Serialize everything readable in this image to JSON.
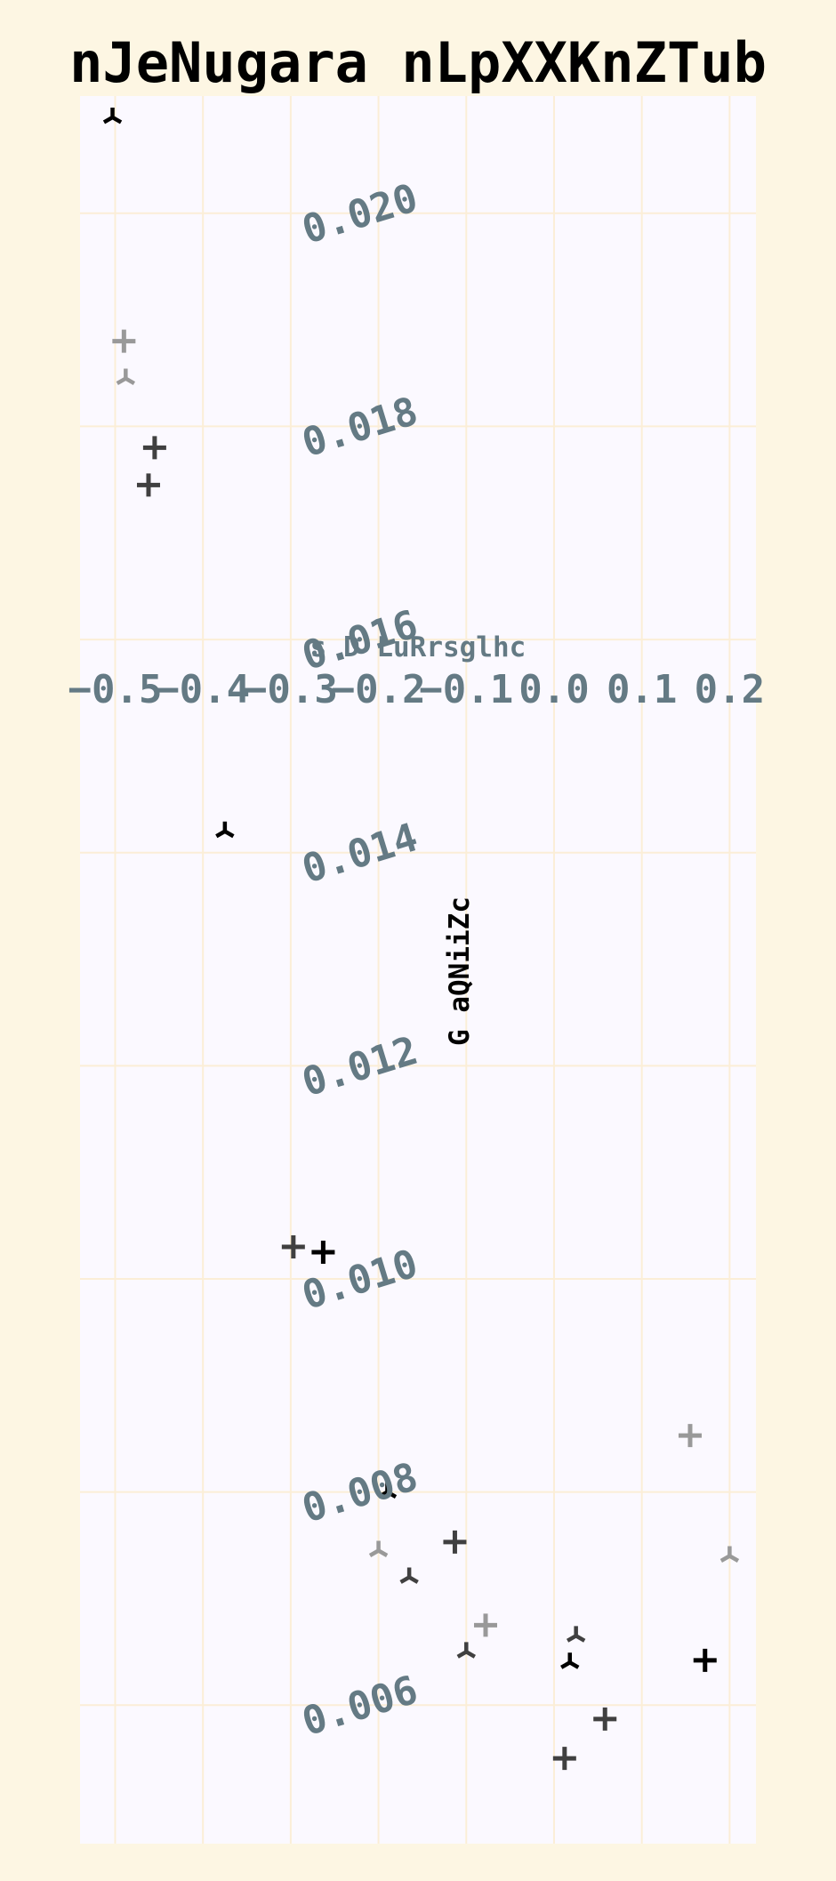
{
  "chart_data": {
    "type": "scatter",
    "title": "nJeNugara nLpXXKnZTub",
    "xlabel": "s D LuRrsglhc",
    "ylabel": "G aQNiiZc",
    "xlim": [
      -0.54,
      0.23
    ],
    "ylim": [
      0.0047,
      0.0211
    ],
    "x_ticks": [
      -0.5,
      -0.4,
      -0.3,
      -0.2,
      -0.1,
      0.0,
      0.1,
      0.2
    ],
    "x_tick_labels": [
      "−0.5",
      "−0.4",
      "−0.3",
      "−0.2",
      "−0.1",
      "0.0",
      "0.1",
      "0.2"
    ],
    "y_ticks": [
      0.006,
      0.008,
      0.01,
      0.012,
      0.014,
      0.016,
      0.018,
      0.02
    ],
    "y_tick_labels": [
      "0.006",
      "0.008",
      "0.010",
      "0.012",
      "0.014",
      "0.016",
      "0.018",
      "0.020"
    ],
    "grid": true,
    "colors": {
      "page_bg": "#fdf6e3",
      "plot_bg": "#fbf9ff",
      "grid": "#fbeed7",
      "tick_text": "#647a84",
      "title_text": "#000000",
      "marker_dark": "#000000",
      "marker_mid": "#404040",
      "marker_light": "#999999"
    },
    "series": [
      {
        "marker": "plus",
        "points": [
          {
            "x": -0.49,
            "y": 0.0188,
            "shade": "light"
          },
          {
            "x": -0.455,
            "y": 0.0178,
            "shade": "mid"
          },
          {
            "x": -0.462,
            "y": 0.01745,
            "shade": "mid"
          },
          {
            "x": -0.297,
            "y": 0.0103,
            "shade": "mid"
          },
          {
            "x": -0.263,
            "y": 0.01025,
            "shade": "dark"
          },
          {
            "x": -0.113,
            "y": 0.00753,
            "shade": "mid"
          },
          {
            "x": -0.078,
            "y": 0.00675,
            "shade": "light"
          },
          {
            "x": 0.012,
            "y": 0.0055,
            "shade": "mid"
          },
          {
            "x": 0.058,
            "y": 0.00587,
            "shade": "mid"
          },
          {
            "x": 0.155,
            "y": 0.00853,
            "shade": "light"
          },
          {
            "x": 0.172,
            "y": 0.00642,
            "shade": "dark"
          }
        ]
      },
      {
        "marker": "tri_down",
        "points": [
          {
            "x": -0.503,
            "y": 0.0209,
            "shade": "dark"
          },
          {
            "x": -0.488,
            "y": 0.01845,
            "shade": "light"
          },
          {
            "x": -0.375,
            "y": 0.0142,
            "shade": "dark"
          },
          {
            "x": -0.19,
            "y": 0.008,
            "shade": "dark"
          },
          {
            "x": -0.2,
            "y": 0.00745,
            "shade": "light"
          },
          {
            "x": -0.165,
            "y": 0.0072,
            "shade": "mid"
          },
          {
            "x": -0.1,
            "y": 0.0065,
            "shade": "mid"
          },
          {
            "x": 0.025,
            "y": 0.00665,
            "shade": "mid"
          },
          {
            "x": 0.018,
            "y": 0.0064,
            "shade": "dark"
          },
          {
            "x": 0.2,
            "y": 0.0074,
            "shade": "light"
          }
        ]
      }
    ]
  }
}
